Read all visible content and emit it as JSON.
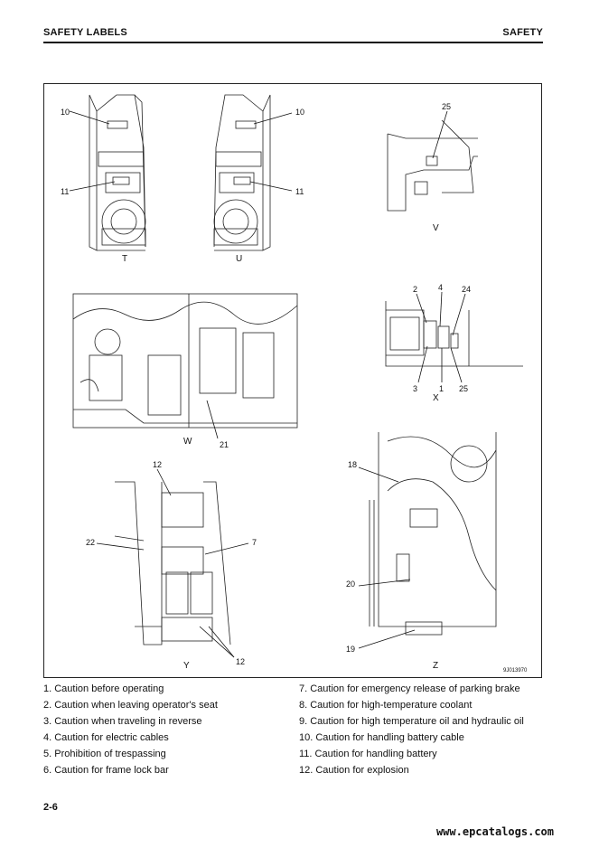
{
  "header": {
    "left": "SAFETY LABELS",
    "right": "SAFETY"
  },
  "figure": {
    "views": {
      "T": "T",
      "U": "U",
      "V": "V",
      "W": "W",
      "X": "X",
      "Y": "Y",
      "Z": "Z"
    },
    "callouts": {
      "t10": "10",
      "t11": "11",
      "u10": "10",
      "u11": "11",
      "v25": "25",
      "w21": "21",
      "x2": "2",
      "x4": "4",
      "x24": "24",
      "x3": "3",
      "x1": "1",
      "x25": "25",
      "y12a": "12",
      "y22": "22",
      "y7": "7",
      "y12b": "12",
      "z18": "18",
      "z20": "20",
      "z19": "19"
    },
    "code": "9J013970"
  },
  "captions_left": [
    "1. Caution before operating",
    "2. Caution when leaving operator's seat",
    "3. Caution when traveling in reverse",
    "4. Caution for electric cables",
    "5. Prohibition of trespassing",
    "6. Caution for frame lock bar"
  ],
  "captions_right": [
    "7. Caution for emergency release of parking brake",
    "8. Caution for high-temperature coolant",
    "9. Caution for high temperature oil and hydraulic oil",
    "10. Caution for handling battery cable",
    "11. Caution for handling battery",
    "12. Caution for explosion"
  ],
  "footer": {
    "page": "2-6",
    "watermark": "www.epcatalogs.com"
  }
}
